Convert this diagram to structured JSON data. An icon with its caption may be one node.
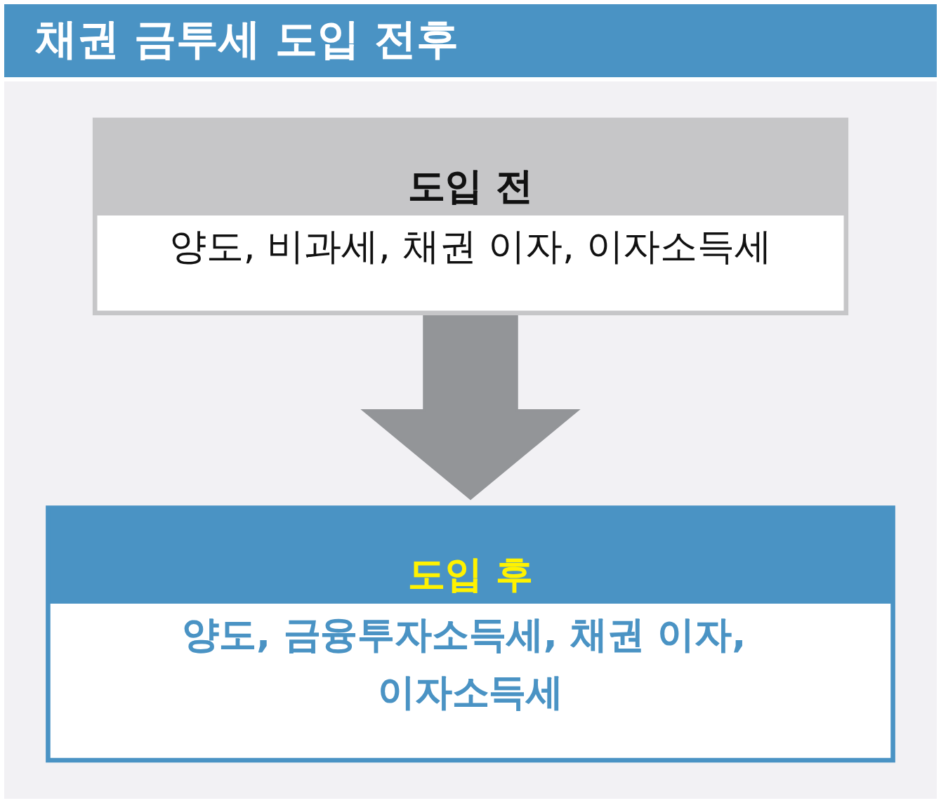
{
  "diagram": {
    "title": "채권 금투세 도입 전후",
    "nodes": [
      {
        "text": [
          "도입 전",
          "양도, 비과세, 채권 이자, 이자소득세"
        ]
      },
      {
        "text": [
          "도입 후",
          "양도, 금융투자소득세, 채권 이자, 이자소득세"
        ]
      }
    ],
    "edges": [
      {
        "from": 0,
        "to": 1,
        "arrow": "to"
      }
    ]
  }
}
